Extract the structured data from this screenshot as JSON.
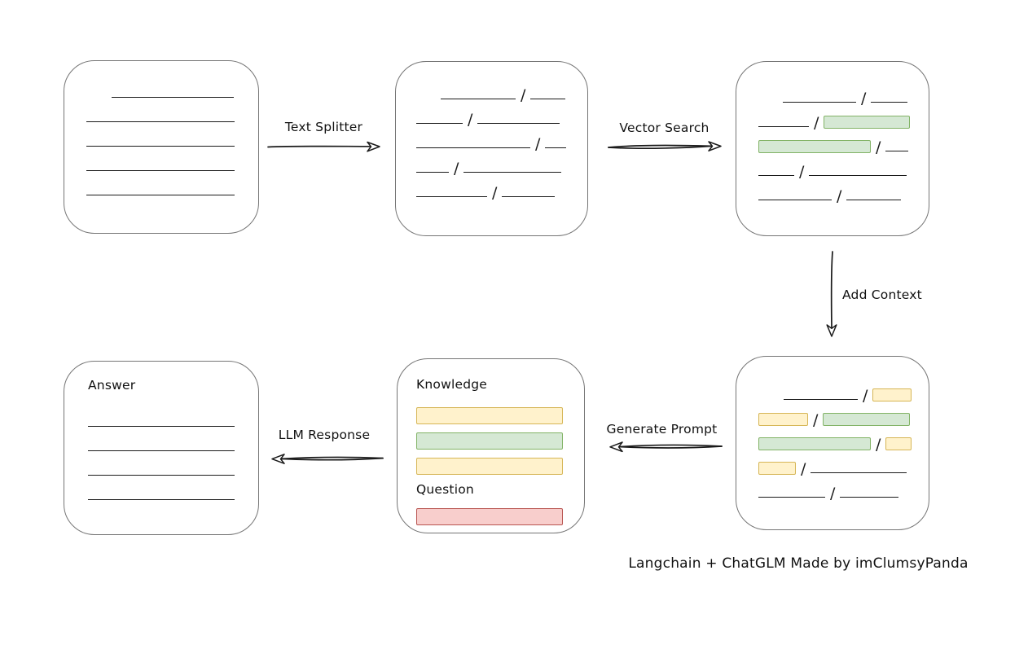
{
  "caption": "Langchain + ChatGLM Made by imClumsyPanda",
  "slash_char": "/",
  "colors": {
    "background": "#ffffff",
    "box_border": "#757575",
    "line": "#1a1a1a",
    "green_fill": "#d5e8d4",
    "green_stroke": "#82b366",
    "yellow_fill": "#fff2cc",
    "yellow_stroke": "#d6b656",
    "red_fill": "#f8cecc",
    "red_stroke": "#b85450"
  },
  "arrows": {
    "text_splitter": {
      "label": "Text Splitter",
      "direction": "right"
    },
    "vector_search": {
      "label": "Vector Search",
      "direction": "right"
    },
    "add_context": {
      "label": "Add Context",
      "direction": "down"
    },
    "generate_prompt": {
      "label": "Generate Prompt",
      "direction": "left"
    },
    "llm_response": {
      "label": "LLM Response",
      "direction": "left"
    }
  },
  "boxes": {
    "document": {
      "rows": [
        [
          {
            "t": "sp",
            "w": 31
          },
          {
            "t": "line",
            "w": 150
          }
        ],
        [
          {
            "t": "line",
            "w": 182
          }
        ],
        [
          {
            "t": "line",
            "w": 182
          }
        ],
        [
          {
            "t": "line",
            "w": 182
          }
        ],
        [
          {
            "t": "line",
            "w": 182
          }
        ]
      ]
    },
    "chunks": {
      "rows": [
        [
          {
            "t": "sp",
            "w": 30
          },
          {
            "t": "line",
            "w": 92
          },
          {
            "t": "slash"
          },
          {
            "t": "line",
            "w": 43
          }
        ],
        [
          {
            "t": "line",
            "w": 57
          },
          {
            "t": "slash"
          },
          {
            "t": "line",
            "w": 101
          }
        ],
        [
          {
            "t": "line",
            "w": 140
          },
          {
            "t": "slash"
          },
          {
            "t": "line",
            "w": 26
          }
        ],
        [
          {
            "t": "line",
            "w": 40
          },
          {
            "t": "slash"
          },
          {
            "t": "line",
            "w": 120
          }
        ],
        [
          {
            "t": "line",
            "w": 87
          },
          {
            "t": "slash"
          },
          {
            "t": "line",
            "w": 65
          }
        ]
      ]
    },
    "matched": {
      "rows": [
        [
          {
            "t": "sp",
            "w": 30
          },
          {
            "t": "line",
            "w": 90
          },
          {
            "t": "slash"
          },
          {
            "t": "line",
            "w": 45
          }
        ],
        [
          {
            "t": "line",
            "w": 62
          },
          {
            "t": "slash"
          },
          {
            "t": "green",
            "w": 106
          }
        ],
        [
          {
            "t": "green",
            "w": 138
          },
          {
            "t": "slash"
          },
          {
            "t": "line",
            "w": 28
          }
        ],
        [
          {
            "t": "line",
            "w": 44
          },
          {
            "t": "slash"
          },
          {
            "t": "line",
            "w": 120
          }
        ],
        [
          {
            "t": "line",
            "w": 90
          },
          {
            "t": "slash"
          },
          {
            "t": "line",
            "w": 67
          }
        ]
      ]
    },
    "context": {
      "rows": [
        [
          {
            "t": "sp",
            "w": 31
          },
          {
            "t": "line",
            "w": 91
          },
          {
            "t": "slash"
          },
          {
            "t": "yellow",
            "w": 48
          }
        ],
        [
          {
            "t": "yellow",
            "w": 61
          },
          {
            "t": "slash"
          },
          {
            "t": "green",
            "w": 107
          }
        ],
        [
          {
            "t": "green",
            "w": 138
          },
          {
            "t": "slash"
          },
          {
            "t": "yellow",
            "w": 32
          }
        ],
        [
          {
            "t": "yellow",
            "w": 46
          },
          {
            "t": "slash"
          },
          {
            "t": "line",
            "w": 118
          }
        ],
        [
          {
            "t": "line",
            "w": 82
          },
          {
            "t": "slash"
          },
          {
            "t": "line",
            "w": 72
          }
        ]
      ]
    },
    "prompt": {
      "knowledge_label": "Knowledge",
      "question_label": "Question",
      "knowledge_bars": [
        [
          {
            "t": "yellow",
            "w": 180,
            "h": 21
          }
        ],
        [
          {
            "t": "green",
            "w": 180,
            "h": 21
          }
        ],
        [
          {
            "t": "yellow",
            "w": 180,
            "h": 21
          }
        ]
      ],
      "question_bars": [
        [
          {
            "t": "red",
            "w": 180,
            "h": 21
          }
        ]
      ]
    },
    "answer": {
      "label": "Answer",
      "rows": [
        [
          {
            "t": "line",
            "w": 180
          }
        ],
        [
          {
            "t": "line",
            "w": 180
          }
        ],
        [
          {
            "t": "line",
            "w": 180
          }
        ],
        [
          {
            "t": "line",
            "w": 180
          }
        ]
      ]
    }
  }
}
